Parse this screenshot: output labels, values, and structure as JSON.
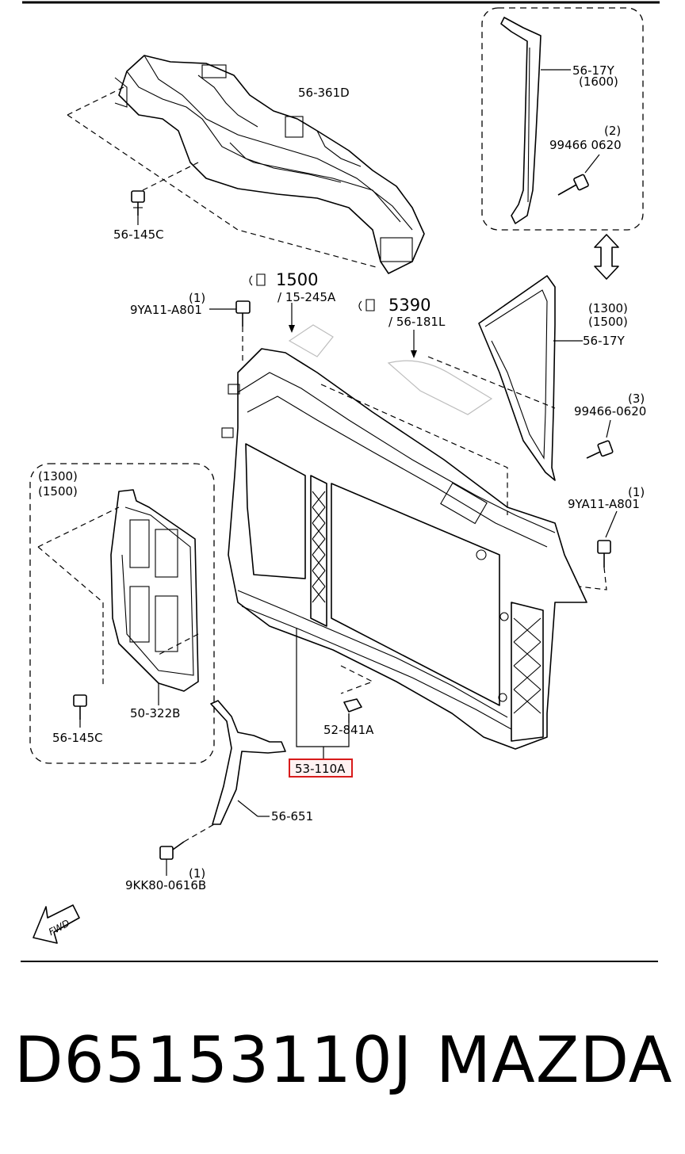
{
  "labels": {
    "p_56_361D": "56-361D",
    "p_56_145C_top": "56-145C",
    "p_56_17Y_top": "56-17Y",
    "p_1600": "(1600)",
    "p_qty2": "(2)",
    "p_99466_0620_top": "99466 0620",
    "p_1500_big": "1500",
    "p_15_245A": "/ 15-245A",
    "p_5390_big": "5390",
    "p_56_181L": "/ 56-181L",
    "p_qty1_a": "(1)",
    "p_9YA11_A801_left": "9YA11-A801",
    "p_1300_r": "(1300)",
    "p_1500_r": "(1500)",
    "p_56_17Y_mid": "56-17Y",
    "p_qty3": "(3)",
    "p_99466_0620_mid": "99466-0620",
    "p_qty1_b": "(1)",
    "p_9YA11_A801_right": "9YA11-A801",
    "p_1300_l": "(1300)",
    "p_1500_l": "(1500)",
    "p_50_322B": "50-322B",
    "p_56_145C_bottom": "56-145C",
    "p_52_841A": "52-841A",
    "p_53_110A": "53-110A",
    "p_56_651": "56-651",
    "p_qty1_c": "(1)",
    "p_9KK80_0616B": "9KK80-0616B",
    "fwd": "FWD"
  },
  "footer": {
    "part_number": "D65153110J",
    "brand": "MAZDA"
  },
  "colors": {
    "line": "#000000",
    "highlight": "#d81b1b",
    "background": "#ffffff"
  }
}
